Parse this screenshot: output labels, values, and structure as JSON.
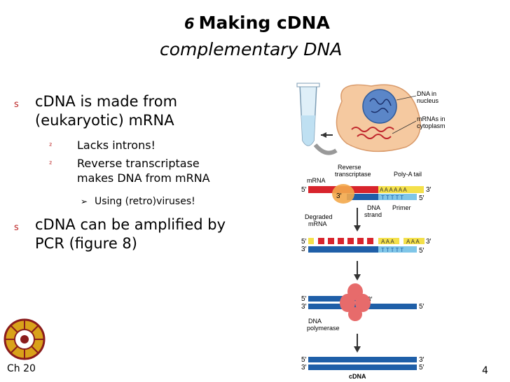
{
  "slide": {
    "title_number": "6",
    "title_main": "Making cDNA",
    "subtitle": "complementary DNA",
    "footer_left": "Ch 20",
    "page_number": "4"
  },
  "bullets": [
    {
      "marker": "s",
      "text_line1": "cDNA is made from",
      "text_line2": "(eukaryotic) mRNA"
    },
    {
      "marker": "²",
      "text": "Lacks introns!"
    },
    {
      "marker": "²",
      "text_line1": "Reverse transcriptase",
      "text_line2": "makes DNA from mRNA"
    },
    {
      "marker": "➢",
      "text": "Using (retro)viruses!"
    },
    {
      "marker": "s",
      "text_line1": "cDNA can be amplified by",
      "text_line2": "PCR (figure 8)"
    }
  ],
  "figure": {
    "labels": {
      "dna_in_nucleus": "DNA in\nnucleus",
      "mrnas_in_cytoplasm": "mRNAs in\ncytoplasm",
      "reverse_transcriptase": "Reverse\ntranscriptase",
      "poly_a_tail": "Poly-A tail",
      "mrna": "mRNA",
      "dna_strand": "DNA\nstrand",
      "primer": "Primer",
      "degraded_mrna": "Degraded\nmRNA",
      "dna_polymerase": "DNA\npolymerase",
      "cdna": "cDNA",
      "five_prime": "5′",
      "three_prime": "3′",
      "poly_a": "A A A A A A",
      "poly_t": "T T T T T",
      "aaa1": "A A A",
      "aaa2": "A A A"
    },
    "colors": {
      "mrna_red": "#d8242c",
      "dna_blue": "#1f5fa8",
      "poly_a_yellow": "#f4e04a",
      "primer_lightblue": "#7fc6e8",
      "enzyme_orange": "#f3a94b",
      "polymerase_pink": "#e76b6b",
      "cell_tan": "#f5c9a0"
    }
  }
}
